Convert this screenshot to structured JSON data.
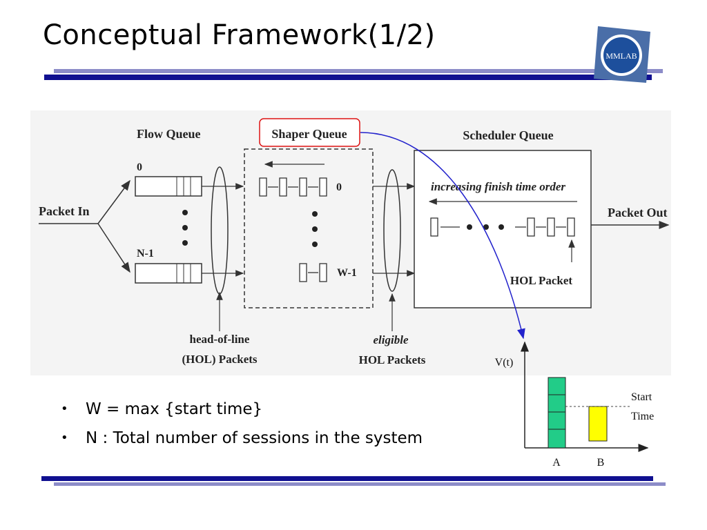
{
  "slide": {
    "title": "Conceptual Framework(1/2)",
    "logo_text": "MMLAB"
  },
  "diagram": {
    "packet_in": "Packet In",
    "packet_out": "Packet Out",
    "flow_queue": {
      "title": "Flow Queue",
      "first_label": "0",
      "last_label": "N-1"
    },
    "shaper_queue": {
      "title": "Shaper Queue",
      "first_label": "0",
      "last_label": "W-1"
    },
    "scheduler_queue": {
      "title": "Scheduler Queue",
      "order_label": "increasing finish time order",
      "hol_packet": "HOL Packet"
    },
    "hol_packets_label_1": "head-of-line",
    "hol_packets_label_2": "(HOL) Packets",
    "eligible_label_1": "eligible",
    "eligible_label_2": "HOL Packets"
  },
  "inset_chart": {
    "y_axis_label": "V(t)",
    "categories": [
      "A",
      "B"
    ],
    "threshold_label_line1": "Start",
    "threshold_label_line2": "Time",
    "colors": {
      "A": "#22cc88",
      "B": "#ffff00"
    }
  },
  "bullets": [
    "W = max {start time}",
    "N : Total number of sessions in the system"
  ]
}
